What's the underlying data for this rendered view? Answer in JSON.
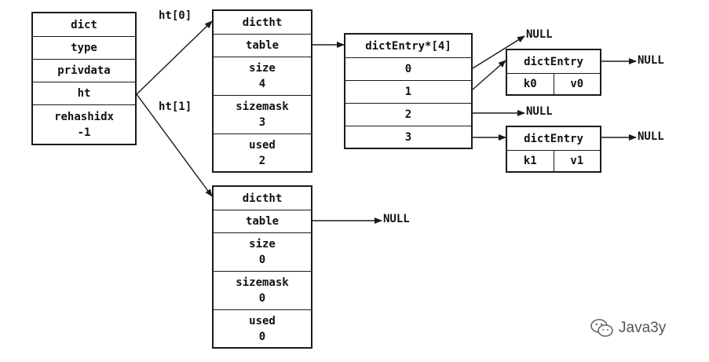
{
  "dict": {
    "title": "dict",
    "fields": [
      "type",
      "privdata",
      "ht"
    ],
    "rehash_label": "rehashidx",
    "rehash_value": "-1"
  },
  "ht_labels": [
    "ht[0]",
    "ht[1]"
  ],
  "ht0": {
    "title": "dictht",
    "table": "table",
    "size_label": "size",
    "size_value": "4",
    "sizemask_label": "sizemask",
    "sizemask_value": "3",
    "used_label": "used",
    "used_value": "2"
  },
  "ht1": {
    "title": "dictht",
    "table": "table",
    "size_label": "size",
    "size_value": "0",
    "sizemask_label": "sizemask",
    "sizemask_value": "0",
    "used_label": "used",
    "used_value": "0"
  },
  "entry_array": {
    "title": "dictEntry*[4]",
    "indices": [
      "0",
      "1",
      "2",
      "3"
    ]
  },
  "entry1": {
    "title": "dictEntry",
    "key": "k0",
    "value": "v0"
  },
  "entry2": {
    "title": "dictEntry",
    "key": "k1",
    "value": "v1"
  },
  "null_label": "NULL",
  "watermark": "Java3y"
}
